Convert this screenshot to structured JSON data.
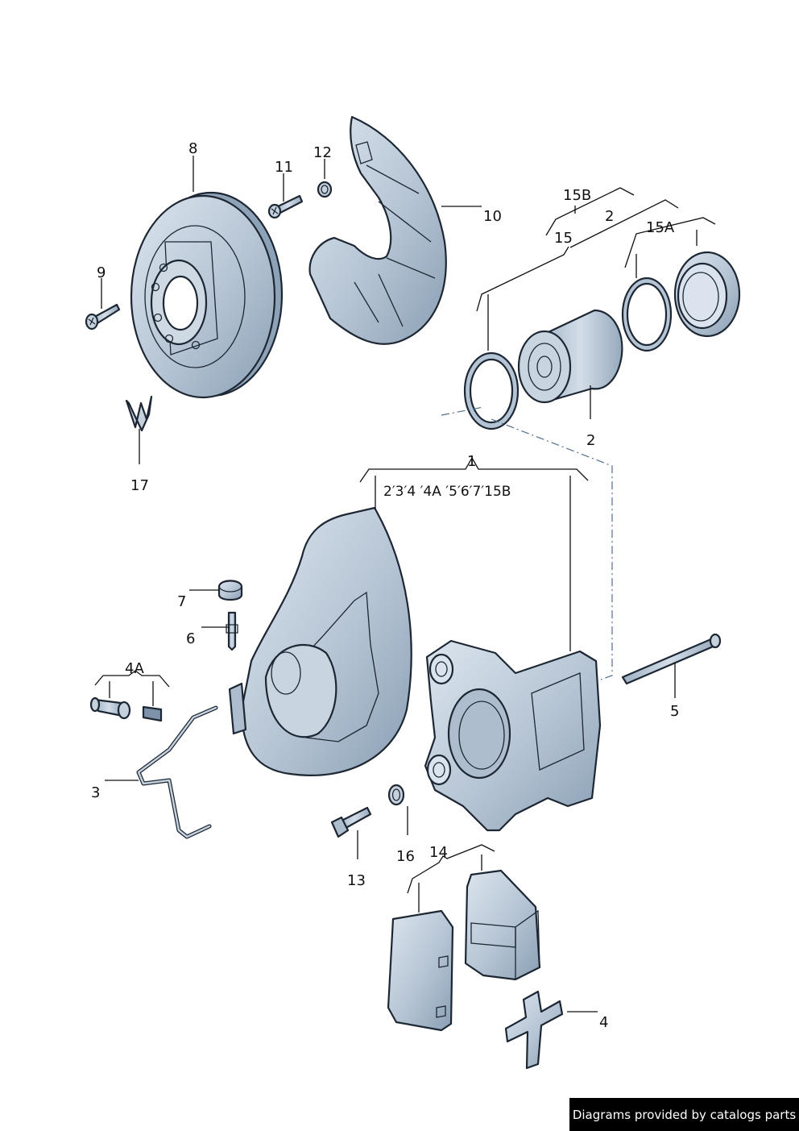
{
  "labels": {
    "p1": "1",
    "p2_top": "2",
    "p2_bottom": "2",
    "p3": "3",
    "p4": "4",
    "p4A": "4A",
    "p5": "5",
    "p6": "6",
    "p7": "7",
    "p8": "8",
    "p9": "9",
    "p10": "10",
    "p11": "11",
    "p12": "12",
    "p13": "13",
    "p14": "14",
    "p15": "15",
    "p15A": "15A",
    "p15B": "15B",
    "p16": "16",
    "p17": "17",
    "kit_contents": "2′3′4 ′4A  ′5′6′7′15B"
  },
  "footer": {
    "text": "Diagrams provided by catalogs parts"
  },
  "colors": {
    "metal": "#b9c7d6",
    "metal_dark": "#8ea2b7",
    "metal_light": "#dbe4ee",
    "line": "#1d2733"
  }
}
